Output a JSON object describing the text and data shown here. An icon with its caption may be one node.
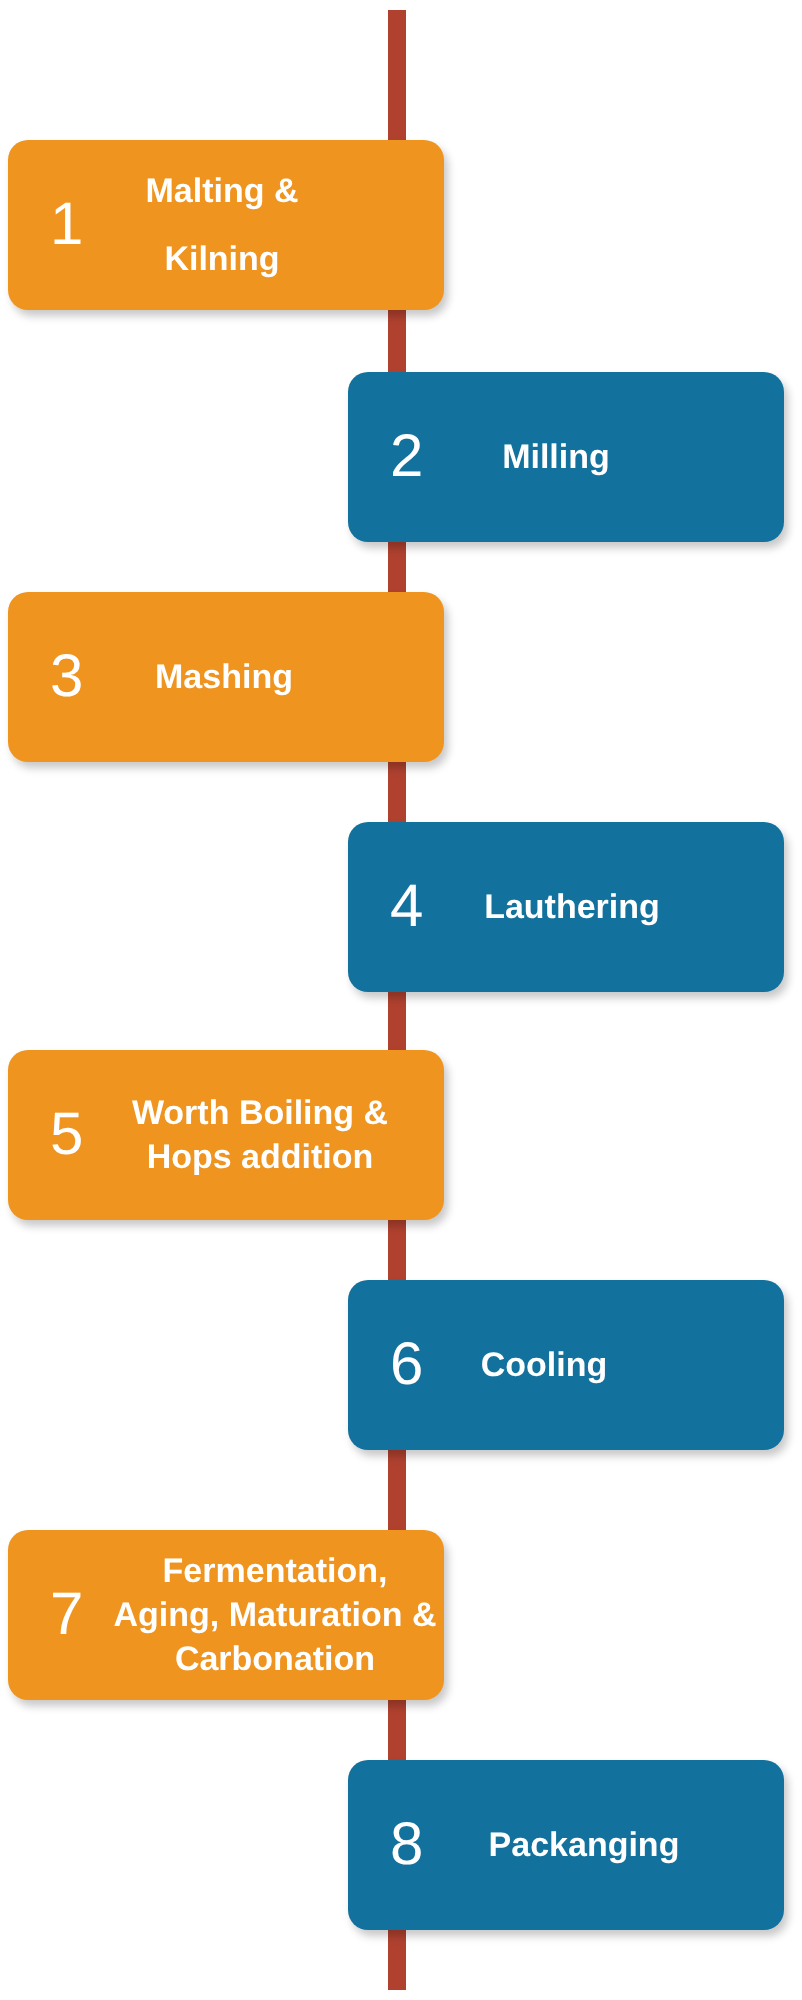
{
  "diagram": {
    "nodes": [
      {
        "text": [
          "1",
          "Malting & Kilning"
        ]
      },
      {
        "text": [
          "2",
          "Milling"
        ]
      },
      {
        "text": [
          "3",
          "Mashing"
        ]
      },
      {
        "text": [
          "4",
          "Lauthering"
        ]
      },
      {
        "text": [
          "5",
          "Worth Boiling & Hops addition"
        ]
      },
      {
        "text": [
          "6",
          "Cooling"
        ]
      },
      {
        "text": [
          "7",
          "Fermentation, Aging, Maturation & Carbonation"
        ]
      },
      {
        "text": [
          "8",
          "Packanging"
        ]
      }
    ]
  }
}
